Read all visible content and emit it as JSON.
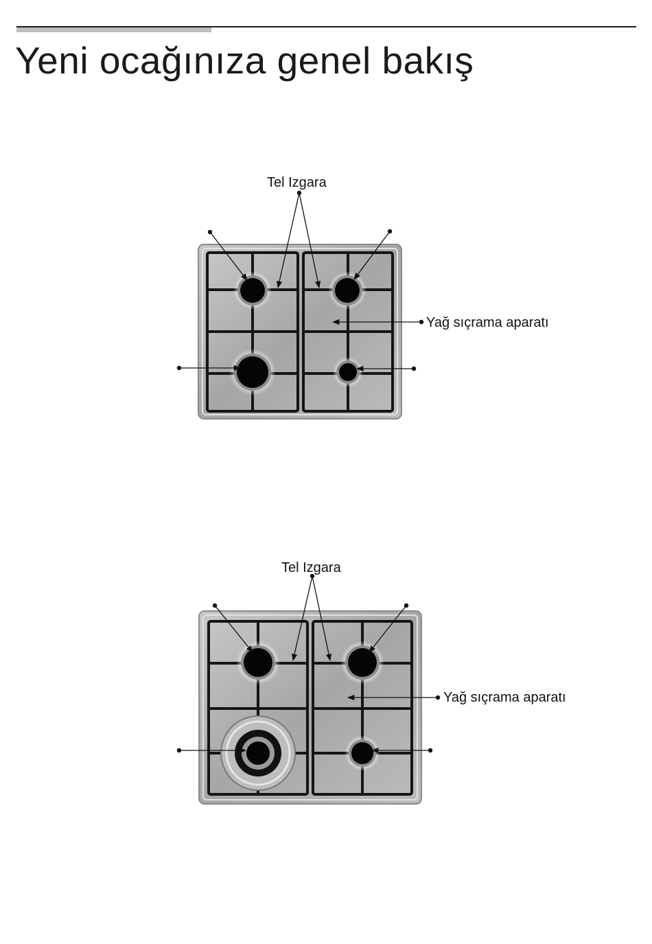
{
  "page": {
    "title": "Yeni ocağınıza genel bakış"
  },
  "diagrams": [
    {
      "grate_label": "Tel Izgara",
      "splash_label": "Yağ sıçrama aparatı"
    },
    {
      "grate_label": "Tel Izgara",
      "splash_label": "Yağ sıçrama aparatı"
    }
  ],
  "colors": {
    "steel": "#a9a9a9",
    "steel_light": "#d4d4d4",
    "grate": "#151515",
    "text": "#111111"
  }
}
